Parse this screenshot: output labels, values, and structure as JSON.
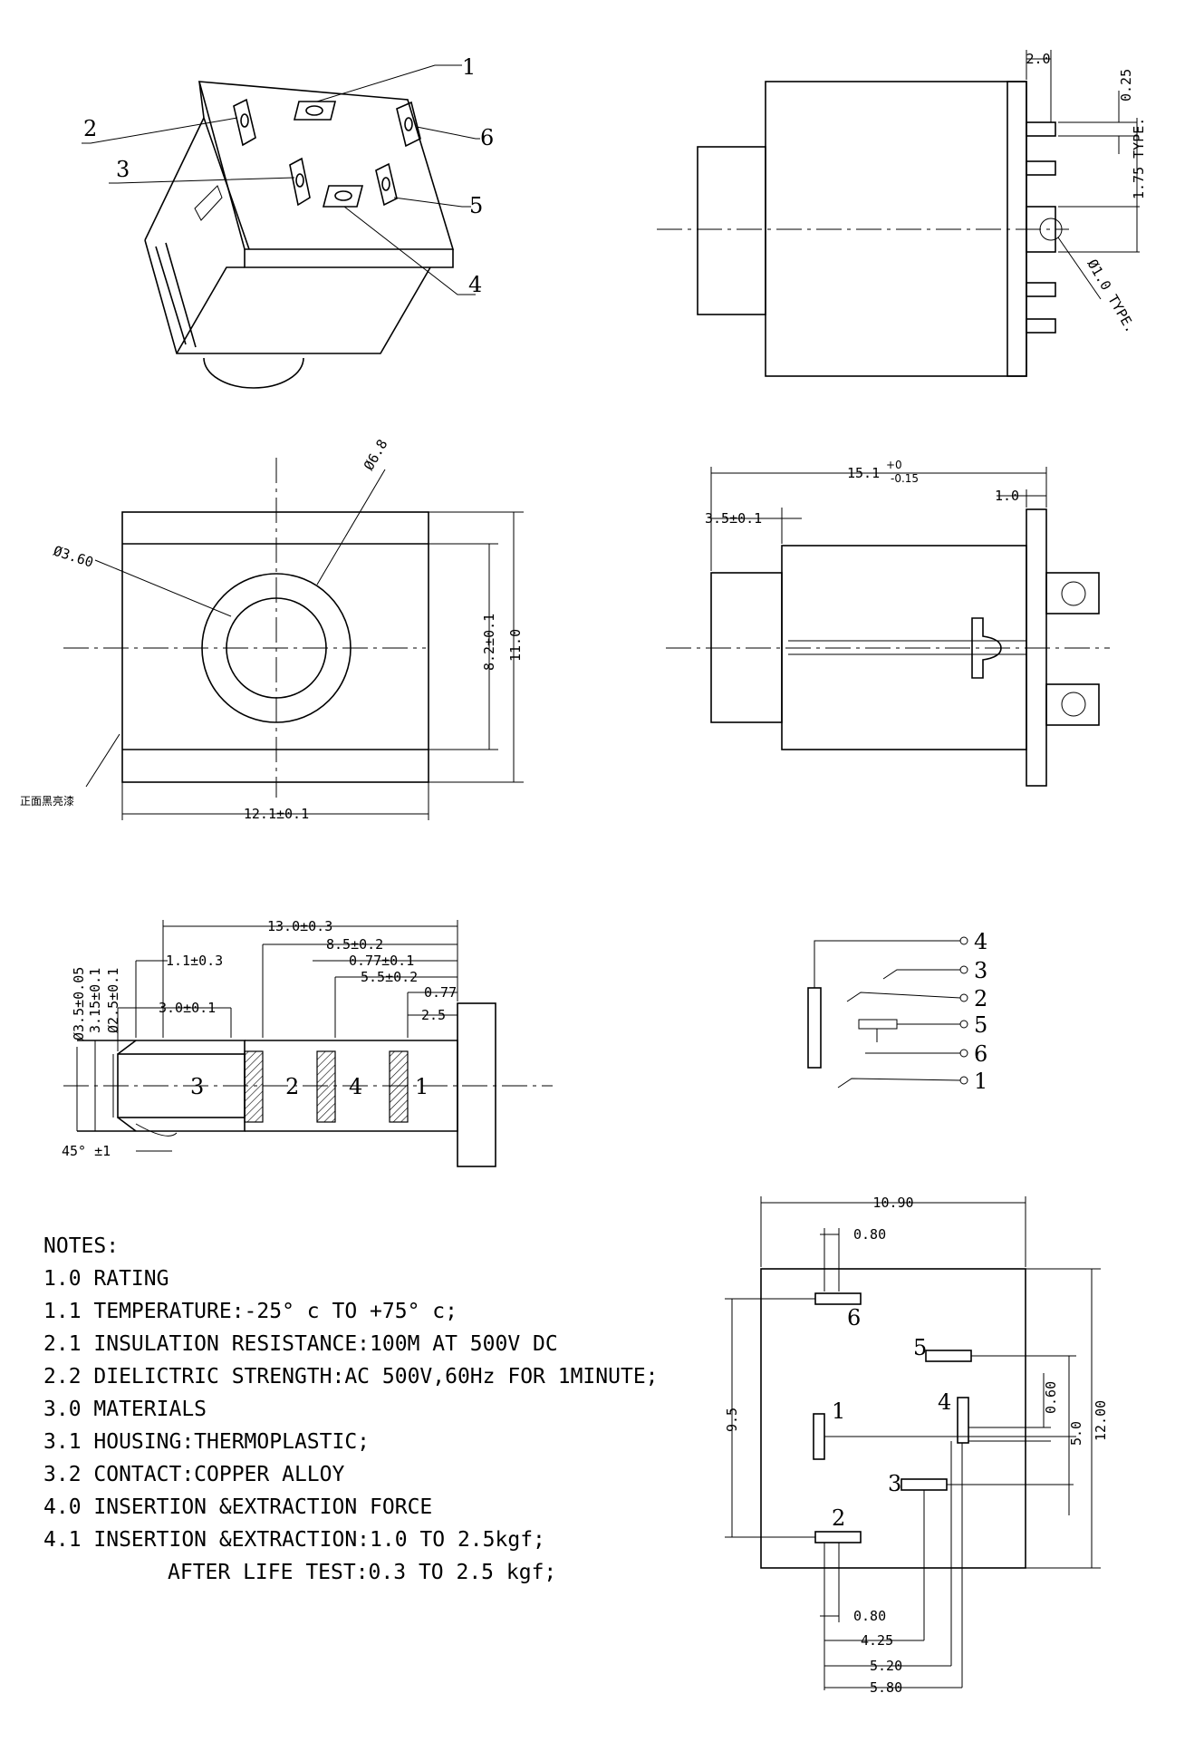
{
  "iso_view": {
    "labels": [
      "1",
      "2",
      "3",
      "4",
      "5",
      "6"
    ]
  },
  "side_view": {
    "dim_pitch": "2.0",
    "dim_pin_width": "0.25",
    "dim_pin_spacing": "1.75 TYPE.",
    "dim_hole": "Ø1.0 TYPE."
  },
  "front_view": {
    "dim_outer_dia": "Ø6.8",
    "dim_inner_dia": "Ø3.60",
    "dim_inner_height": "8.2±0.1",
    "dim_height": "11.0",
    "dim_width": "12.1±0.1",
    "finish_note": "正面黑亮漆"
  },
  "top_view": {
    "dim_length": "15.1",
    "dim_length_tol_upper": "+0",
    "dim_length_tol_lower": "-0.15",
    "dim_flange": "1.0",
    "dim_nose": "3.5±0.1"
  },
  "plug_view": {
    "dims": [
      "13.0±0.3",
      "8.5±0.2",
      "1.1±0.3",
      "0.77±0.1",
      "5.5±0.2",
      "0.77",
      "3.0±0.1",
      "2.5"
    ],
    "dia_dims": [
      "Ø3.5±0.05",
      "3.15±0.1",
      "Ø2.5±0.1"
    ],
    "angle": "45° ±1",
    "segments": [
      "3",
      "2",
      "4",
      "1"
    ]
  },
  "schematic": {
    "pins": [
      "4",
      "3",
      "2",
      "5",
      "6",
      "1"
    ]
  },
  "footprint": {
    "dim_width": "10.90",
    "dim_offset_top": "0.80",
    "dim_offset_bottom": "0.80",
    "dim_425": "4.25",
    "dim_520": "5.20",
    "dim_580": "5.80",
    "dim_95": "9.5",
    "dim_060": "0.60",
    "dim_50": "5.0",
    "dim_1200": "12.00",
    "pins": [
      "6",
      "5",
      "1",
      "4",
      "3",
      "2"
    ]
  },
  "notes": [
    "NOTES:",
    "1.0 RATING",
    "1.1 TEMPERATURE:-25° c TO +75° c;",
    "2.1 INSULATION RESISTANCE:100M AT 500V DC",
    "2.2 DIELICTRIC STRENGTH:AC 500V,60Hz FOR 1MINUTE;",
    "3.0 MATERIALS",
    "3.1 HOUSING:THERMOPLASTIC;",
    "3.2 CONTACT:COPPER ALLOY",
    "4.0 INSERTION &EXTRACTION FORCE",
    "4.1 INSERTION &EXTRACTION:1.0 TO 2.5kgf;",
    "AFTER LIFE TEST:0.3 TO 2.5 kgf;"
  ]
}
